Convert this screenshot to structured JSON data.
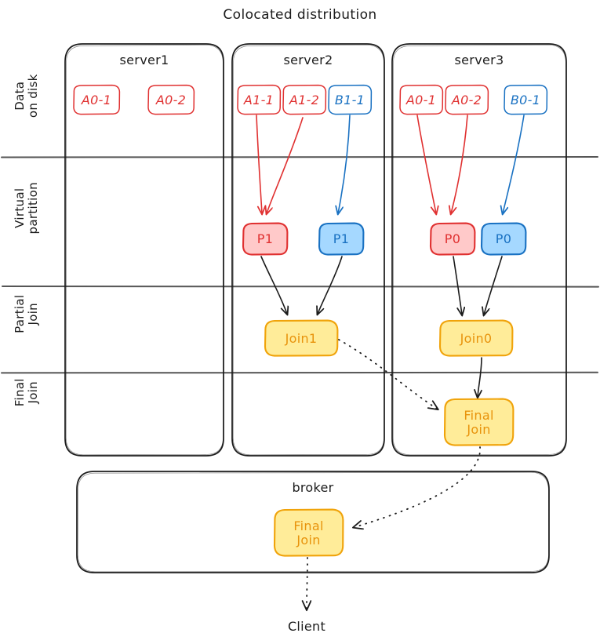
{
  "title": "Colocated distribution",
  "row_labels": [
    {
      "name": "data-on-disk",
      "text": "Data\non disk"
    },
    {
      "name": "virtual-partition",
      "text": "Virtual\npartition"
    },
    {
      "name": "partial-join",
      "text": "Partial\nJoin"
    },
    {
      "name": "final-join",
      "text": "Final\nJoin"
    }
  ],
  "servers": [
    {
      "title": "server1",
      "disk": [
        {
          "label": "A0-1",
          "color": "red"
        },
        {
          "label": "A0-2",
          "color": "red"
        }
      ],
      "partitions": [],
      "partial_join": null,
      "final_join": null
    },
    {
      "title": "server2",
      "disk": [
        {
          "label": "A1-1",
          "color": "red"
        },
        {
          "label": "A1-2",
          "color": "red"
        },
        {
          "label": "B1-1",
          "color": "blue"
        }
      ],
      "partitions": [
        {
          "label": "P1",
          "color": "red"
        },
        {
          "label": "P1",
          "color": "blue"
        }
      ],
      "partial_join": "Join1",
      "final_join": null
    },
    {
      "title": "server3",
      "disk": [
        {
          "label": "A0-1",
          "color": "red"
        },
        {
          "label": "A0-2",
          "color": "red"
        },
        {
          "label": "B0-1",
          "color": "blue"
        }
      ],
      "partitions": [
        {
          "label": "P0",
          "color": "red"
        },
        {
          "label": "P0",
          "color": "blue"
        }
      ],
      "partial_join": "Join0",
      "final_join": "Final\nJoin"
    }
  ],
  "broker": {
    "title": "broker",
    "final_join": "Final\nJoin"
  },
  "client": {
    "label": "Client"
  },
  "colors": {
    "red_stroke": "#e03131",
    "red_fill": "#ffc9c9",
    "blue_stroke": "#1971c2",
    "blue_fill": "#a5d8ff",
    "amber_stroke": "#f0a30a",
    "amber_fill": "#ffec99",
    "outline": "#1b1b1b",
    "divider": "#666666",
    "background": "#ffffff"
  }
}
